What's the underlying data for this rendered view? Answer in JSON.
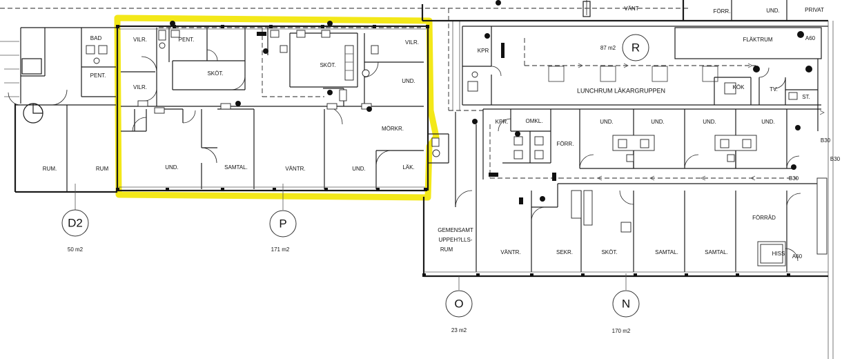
{
  "rooms": {
    "bad": "BAD",
    "pent_left": "PENT.",
    "vilr_1": "VILR.",
    "pent_1": "PENT.",
    "skot_1": "SKÖT.",
    "vilr_2": "VILR.",
    "skot_2": "SKÖT.",
    "vilr_3": "VILR.",
    "und_1": "UND.",
    "morkr": "MÖRKR.",
    "und_2": "UND.",
    "samtal_1": "SAMTAL.",
    "vantr_1": "VÄNTR.",
    "und_3": "UND.",
    "lak": "LÄK.",
    "rum_1": "RUM.",
    "rum_2": "RUM",
    "vant": "VÄNT",
    "forr_top": "FÖRR.",
    "und_top": "UND.",
    "privat": "PRIVAT",
    "flaktrum": "FLÄKTRUM",
    "kpr_1": "KPR",
    "lunchrum": "LUNCHRUM LÄKARGRUPPEN",
    "kok": "KÖK",
    "tv": "TV.",
    "st": "ST.",
    "kpr_2": "KPR.",
    "omkl": "OMKL.",
    "forr_mid": "FÖRR.",
    "und_4": "UND.",
    "und_5": "UND.",
    "und_6": "UND.",
    "und_7": "UND.",
    "gemensamt_1": "GEMENSAMT",
    "gemensamt_2": "UPPEH?LLS-",
    "gemensamt_3": "RUM",
    "vantr_2": "VÄNTR.",
    "sekr": "SEKR.",
    "skot_3": "SKÖT.",
    "samtal_2": "SAMTAL.",
    "samtal_3": "SAMTAL.",
    "forrad": "FÖRRÅD",
    "hiss": "HISS"
  },
  "fire_codes": {
    "a60_top": "A60",
    "b30_1": "B30",
    "b30_2": "B30",
    "b30_3": "B30",
    "a60_bottom": "A60"
  },
  "zones": [
    {
      "letter": "D2",
      "area": "50 m2"
    },
    {
      "letter": "P",
      "area": "171 m2"
    },
    {
      "letter": "O",
      "area": "23 m2"
    },
    {
      "letter": "N",
      "area": "170 m2"
    },
    {
      "letter": "R",
      "area": "87 m2"
    }
  ],
  "colors": {
    "highlight": "#f2e600",
    "wall": "#1a1a1a"
  }
}
